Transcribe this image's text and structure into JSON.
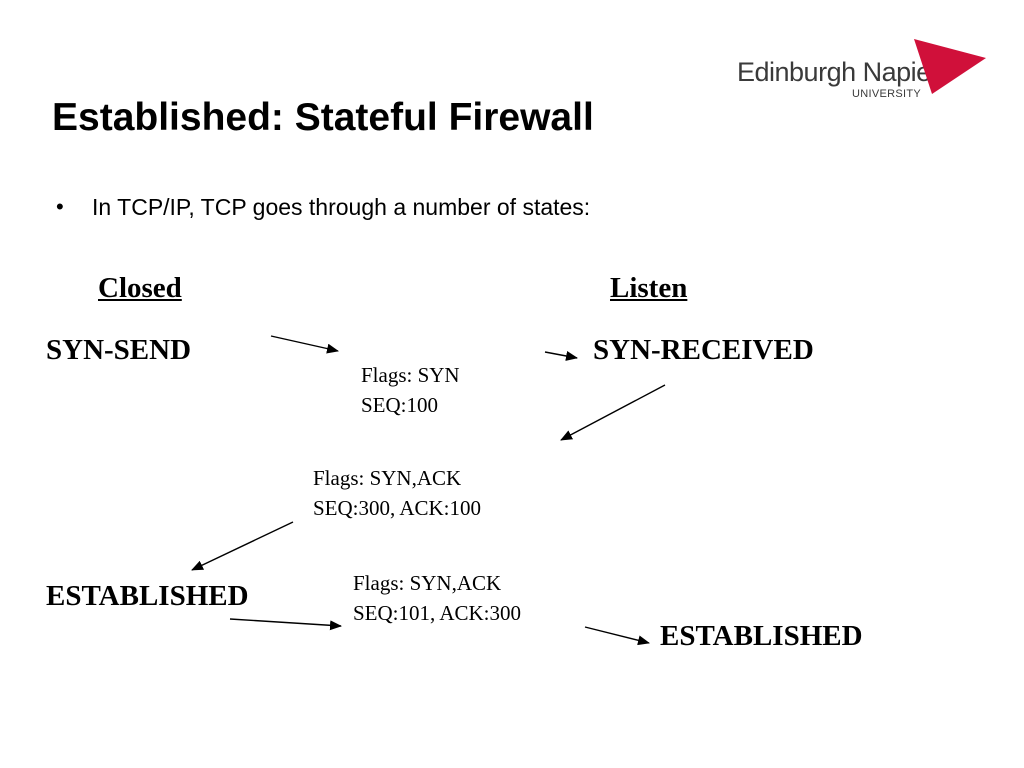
{
  "logo": {
    "name": "Edinburgh Napier",
    "subtitle": "UNIVERSITY",
    "accent_color": "#d0103a"
  },
  "slide": {
    "title": "Established: Stateful Firewall",
    "bullet": "In TCP/IP, TCP goes through a number of states:"
  },
  "diagram": {
    "headers": {
      "left": "Closed",
      "right": "Listen"
    },
    "states": {
      "syn_send": "SYN-SEND",
      "syn_received": "SYN-RECEIVED",
      "established_left": "ESTABLISHED",
      "established_right": "ESTABLISHED"
    },
    "messages": [
      {
        "flags": "Flags: SYN",
        "seq": "SEQ:100"
      },
      {
        "flags": "Flags: SYN,ACK",
        "seq": "SEQ:300, ACK:100"
      },
      {
        "flags": "Flags: SYN,ACK",
        "seq": "SEQ:101, ACK:300"
      }
    ]
  }
}
